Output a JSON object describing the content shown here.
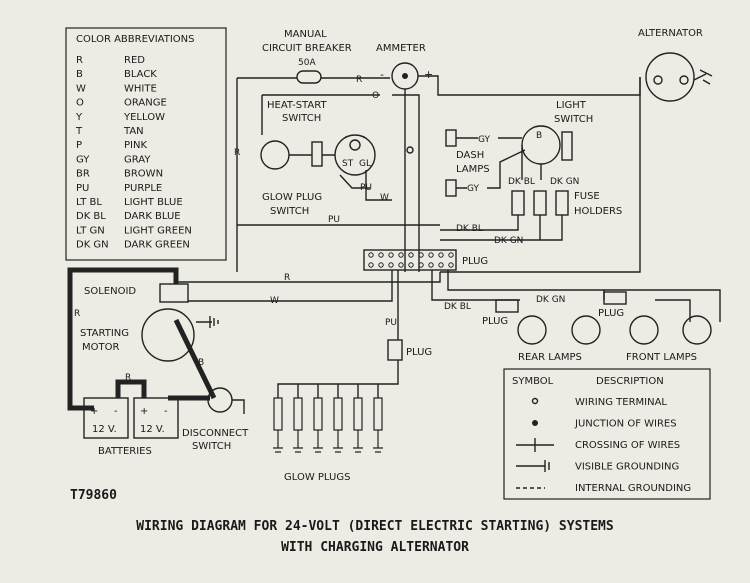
{
  "title_line1": "WIRING DIAGRAM FOR 24-VOLT (DIRECT ELECTRIC STARTING) SYSTEMS",
  "title_line2": "WITH CHARGING ALTERNATOR",
  "figure_code": "T79860",
  "color_legend": {
    "heading": "COLOR ABBREVIATIONS",
    "rows": [
      {
        "abbr": "R",
        "name": "RED"
      },
      {
        "abbr": "B",
        "name": "BLACK"
      },
      {
        "abbr": "W",
        "name": "WHITE"
      },
      {
        "abbr": "O",
        "name": "ORANGE"
      },
      {
        "abbr": "Y",
        "name": "YELLOW"
      },
      {
        "abbr": "T",
        "name": "TAN"
      },
      {
        "abbr": "P",
        "name": "PINK"
      },
      {
        "abbr": "GY",
        "name": "GRAY"
      },
      {
        "abbr": "BR",
        "name": "BROWN"
      },
      {
        "abbr": "PU",
        "name": "PURPLE"
      },
      {
        "abbr": "LT BL",
        "name": "LIGHT BLUE"
      },
      {
        "abbr": "DK BL",
        "name": "DARK BLUE"
      },
      {
        "abbr": "LT GN",
        "name": "LIGHT GREEN"
      },
      {
        "abbr": "DK GN",
        "name": "DARK GREEN"
      }
    ]
  },
  "symbol_legend": {
    "col_symbol": "SYMBOL",
    "col_desc": "DESCRIPTION",
    "rows": [
      "WIRING TERMINAL",
      "JUNCTION OF WIRES",
      "CROSSING OF WIRES",
      "VISIBLE GROUNDING",
      "INTERNAL GROUNDING"
    ]
  },
  "labels": {
    "manual": "MANUAL",
    "circuit_breaker": "CIRCUIT BREAKER",
    "rating": "50A",
    "ammeter": "AMMETER",
    "alternator": "ALTERNATOR",
    "heat_start": "HEAT-START",
    "switch": "SWITCH",
    "st": "ST",
    "gl": "GL",
    "glow_plug": "GLOW PLUG",
    "glow_switch": "SWITCH",
    "light": "LIGHT",
    "light_switch": "SWITCH",
    "dash": "DASH",
    "lamps": "LAMPS",
    "fuse": "FUSE",
    "holders": "HOLDERS",
    "plug": "PLUG",
    "solenoid": "SOLENOID",
    "starting": "STARTING",
    "motor": "MOTOR",
    "battery_v": "12 V.",
    "batteries": "BATTERIES",
    "disconnect": "DISCONNECT",
    "disconnect_switch": "SWITCH",
    "glow_plugs": "GLOW PLUGS",
    "rear_lamps": "REAR LAMPS",
    "front_lamps": "FRONT LAMPS",
    "plus": "+",
    "minus": "-"
  },
  "wires": {
    "r": "R",
    "o": "O",
    "w": "W",
    "pu": "PU",
    "gy": "GY",
    "b": "B",
    "dk_bl": "DK BL",
    "dk_gn": "DK GN"
  }
}
